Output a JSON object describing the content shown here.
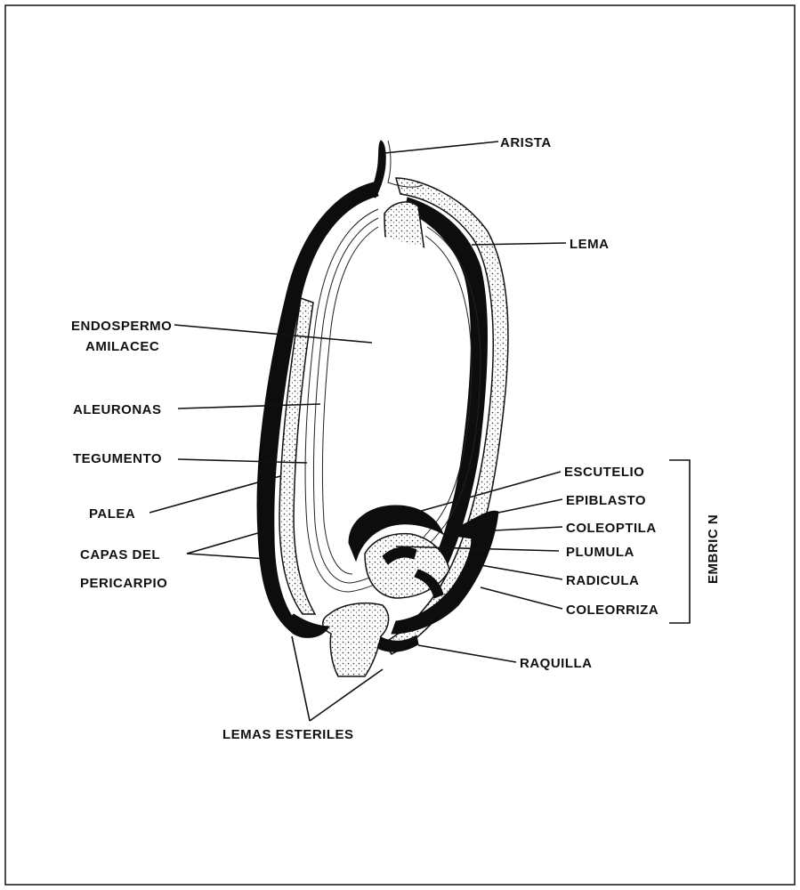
{
  "diagram": {
    "labels": {
      "arista": "ARISTA",
      "lema": "LEMA",
      "endospermo_1": "ENDOSPERMO",
      "endospermo_2": "AMILACEC",
      "aleuronas": "ALEURONAS",
      "tegumento": "TEGUMENTO",
      "palea": "PALEA",
      "capas_1": "CAPAS DEL",
      "capas_2": "PERICARPIO",
      "escutelio": "ESCUTELIO",
      "epiblasto": "EPIBLASTO",
      "coleoptila": "COLEOPTILA",
      "plumula": "PLUMULA",
      "radicula": "RADICULA",
      "coleorriza": "COLEORRIZA",
      "raquilla": "RAQUILLA",
      "lemas_esteriles": "LEMAS ESTERILES",
      "embrion": "EMBRIC N"
    }
  }
}
